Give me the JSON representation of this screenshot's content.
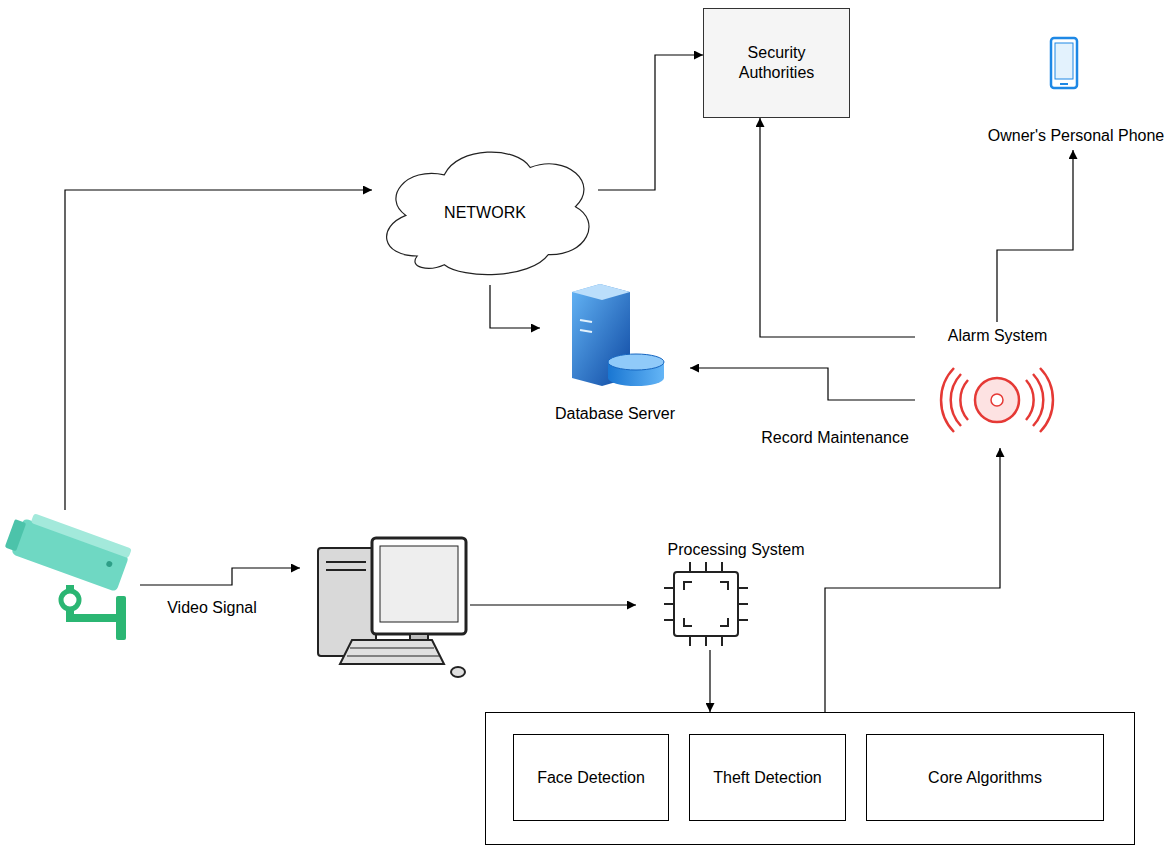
{
  "diagram": {
    "nodes": [
      {
        "text": [
          "Security Authorities"
        ]
      },
      {
        "text": [
          "Owner's Personal Phone"
        ]
      },
      {
        "text": [
          "NETWORK"
        ]
      },
      {
        "text": [
          "Database Server"
        ]
      },
      {
        "text": [
          "Alarm System"
        ]
      },
      {},
      {},
      {
        "text": [
          "Processing System"
        ]
      },
      {},
      {
        "text": [
          "Face Detection"
        ],
        "in": 8
      },
      {
        "text": [
          "Theft Detection"
        ],
        "in": 8
      },
      {
        "text": [
          "Core Algorithms"
        ],
        "in": 8
      }
    ],
    "edges": [
      {
        "from": 5,
        "to": 2,
        "arrow": "to"
      },
      {
        "from": 2,
        "to": 0,
        "arrow": "to"
      },
      {
        "from": 2,
        "to": 3,
        "arrow": "to"
      },
      {
        "from": 5,
        "to": 6,
        "label": "Video Signal",
        "arrow": "to"
      },
      {
        "from": 6,
        "to": 7,
        "arrow": "to"
      },
      {
        "from": 7,
        "to": 8,
        "arrow": "to"
      },
      {
        "from": 8,
        "to": 4,
        "arrow": "to"
      },
      {
        "from": 4,
        "to": 0,
        "arrow": "to"
      },
      {
        "from": 4,
        "to": 1,
        "arrow": "to"
      },
      {
        "from": 4,
        "to": 3,
        "label": "Record Maintenance",
        "arrow": "to"
      }
    ]
  }
}
